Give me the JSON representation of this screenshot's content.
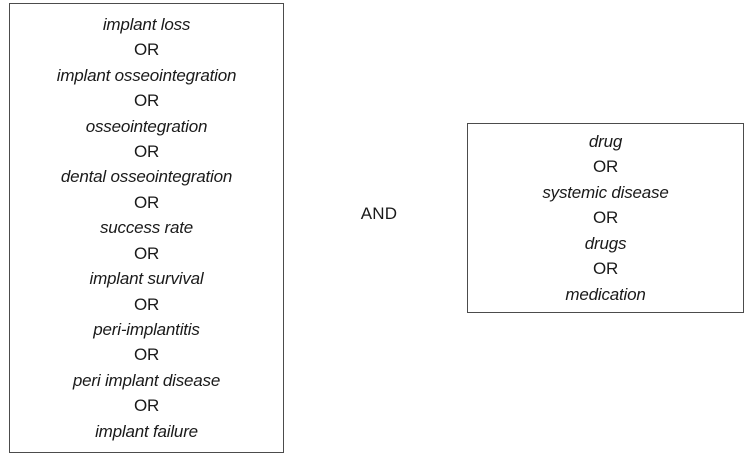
{
  "diagram": {
    "operator": "AND",
    "or_label": "OR",
    "left_box": {
      "terms": [
        "implant loss",
        "implant osseointegration",
        "osseointegration",
        "dental osseointegration",
        "success rate",
        "implant survival",
        "peri-implantitis",
        "peri implant disease",
        "implant failure"
      ]
    },
    "right_box": {
      "terms": [
        "drug",
        "systemic disease",
        "drugs",
        "medication"
      ]
    }
  }
}
